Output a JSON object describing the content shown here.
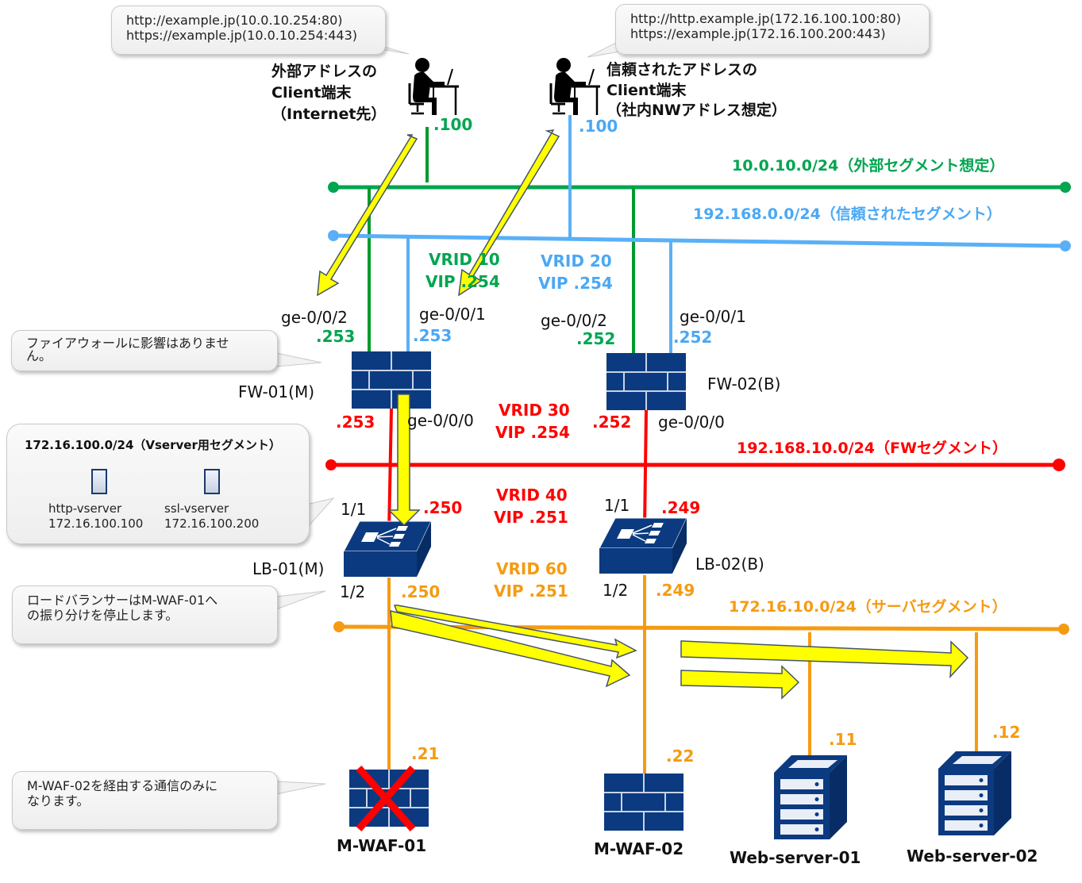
{
  "colors": {
    "external": "#00a550",
    "trusted": "#5ab0f7",
    "fw_segment": "#ff0000",
    "server_segment": "#f59b12",
    "device_blue": "#0b3a80",
    "flow_arrow": "#ffff00",
    "fail_mark": "#ff0000"
  },
  "callouts": {
    "external_urls": [
      "http://example.jp(10.0.10.254:80)",
      "https://example.jp(10.0.10.254:443)"
    ],
    "trusted_urls": [
      "http://http.example.jp(172.16.100.100:80)",
      "https://example.jp(172.16.100.200:443)"
    ],
    "firewall_note": [
      "ファイアウォールに影響はありませ",
      "ん。"
    ],
    "vserver": {
      "title": "172.16.100.0/24（Vserver用セグメント）",
      "items": [
        {
          "name": "http-vserver",
          "ip": "172.16.100.100"
        },
        {
          "name": "ssl-vserver",
          "ip": "172.16.100.200"
        }
      ]
    },
    "lb_note": [
      "ロードバランサーはM-WAF-01へ",
      "の振り分けを停止します。"
    ],
    "waf_note": [
      "M-WAF-02を経由する通信のみに",
      "なります。"
    ]
  },
  "clients": {
    "external": {
      "label": [
        "外部アドレスの",
        "Client端末",
        "（Internet先）"
      ],
      "ip": ".100"
    },
    "trusted": {
      "label": [
        "信頼されたアドレスの",
        "Client端末",
        "（社内NWアドレス想定）"
      ],
      "ip": ".100"
    }
  },
  "segments": {
    "external": "10.0.10.0/24（外部セグメント想定）",
    "trusted": "192.168.0.0/24（信頼されたセグメント）",
    "fw": "192.168.10.0/24（FWセグメント）",
    "server": "172.16.10.0/24（サーバセグメント）"
  },
  "vrrp": [
    {
      "vrid": "VRID 10",
      "vip": "VIP .254"
    },
    {
      "vrid": "VRID 20",
      "vip": "VIP .254"
    },
    {
      "vrid": "VRID 30",
      "vip": "VIP .254"
    },
    {
      "vrid": "VRID 40",
      "vip": "VIP .251"
    },
    {
      "vrid": "VRID 60",
      "vip": "VIP .251"
    }
  ],
  "firewalls": [
    {
      "name": "FW-01(M)",
      "ports": {
        "ext_port": "ge-0/0/2",
        "ext_ip": ".253",
        "trust_port": "ge-0/0/1",
        "trust_ip": ".253",
        "fw_port": "ge-0/0/0",
        "fw_ip": ".253"
      }
    },
    {
      "name": "FW-02(B)",
      "ports": {
        "ext_port": "ge-0/0/2",
        "ext_ip": ".252",
        "trust_port": "ge-0/0/1",
        "trust_ip": ".252",
        "fw_port": "ge-0/0/0",
        "fw_ip": ".252"
      }
    }
  ],
  "load_balancers": [
    {
      "name": "LB-01(M)",
      "up_port": "1/1",
      "up_ip": ".250",
      "down_port": "1/2",
      "down_ip": ".250"
    },
    {
      "name": "LB-02(B)",
      "up_port": "1/1",
      "up_ip": ".249",
      "down_port": "1/2",
      "down_ip": ".249"
    }
  ],
  "wafs": [
    {
      "name": "M-WAF-01",
      "ip": ".21",
      "status": "stopped"
    },
    {
      "name": "M-WAF-02",
      "ip": ".22",
      "status": "active"
    }
  ],
  "servers": [
    {
      "name": "Web-server-01",
      "ip": ".11"
    },
    {
      "name": "Web-server-02",
      "ip": ".12"
    }
  ]
}
